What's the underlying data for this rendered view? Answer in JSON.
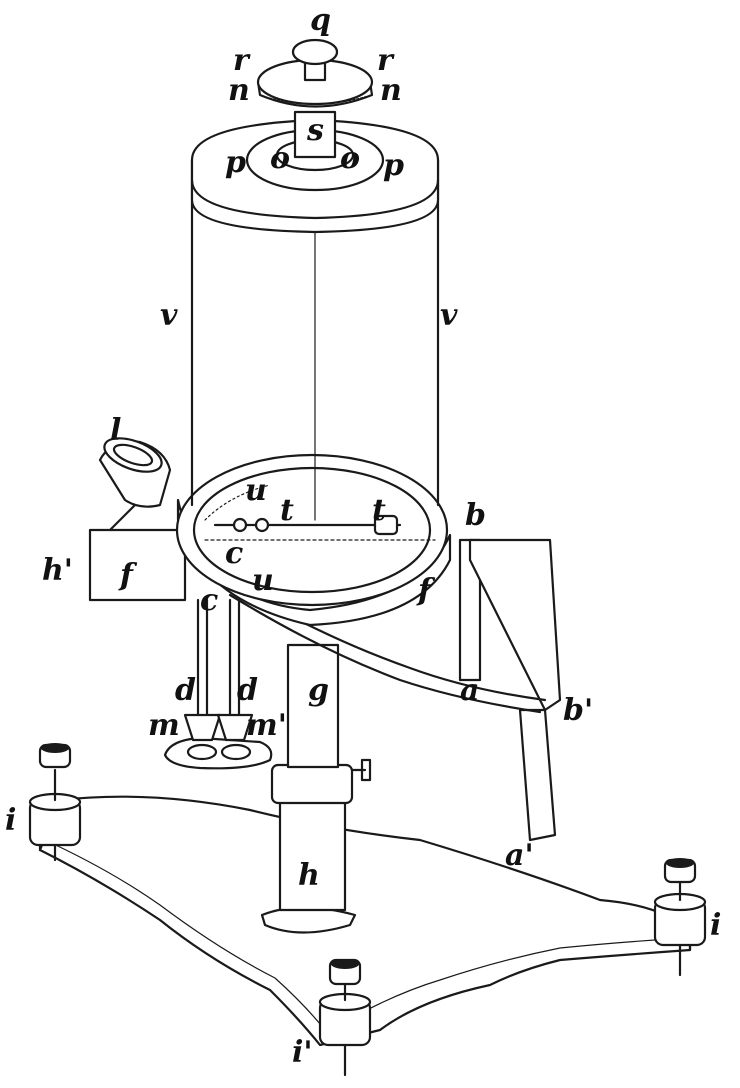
{
  "figure": {
    "ink_color": "#1a1a1a",
    "background": "#ffffff",
    "labels": {
      "q": "q",
      "r_left": "r",
      "r_right": "r",
      "n_left": "n",
      "n_right": "n",
      "s": "s",
      "o_left": "o",
      "o_right": "o",
      "p_left": "p",
      "p_right": "p",
      "v_left": "v",
      "v_right": "v",
      "l": "l",
      "u_top": "u",
      "t_left": "t",
      "t_right": "t",
      "b": "b",
      "h_prime": "h'",
      "f_left": "f",
      "c_inner": "c",
      "u_bottom": "u",
      "f_right": "f",
      "c_outer": "c",
      "a": "a",
      "g": "g",
      "b_prime": "b'",
      "d_left": "d",
      "d_right": "d",
      "m": "m",
      "m_prime": "m'",
      "i_left": "i",
      "a_prime": "a'",
      "h": "h",
      "i_right": "i",
      "i_bottom": "i'"
    }
  }
}
